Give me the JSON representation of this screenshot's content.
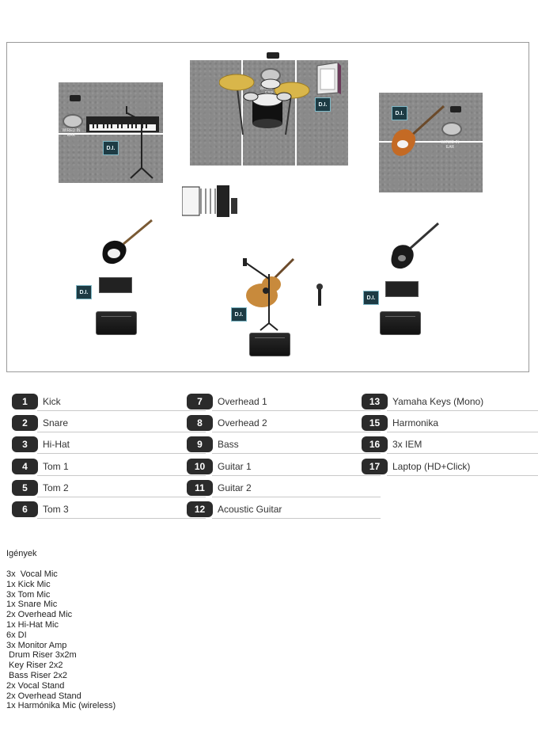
{
  "stage": {
    "di_label": "D.I.",
    "iem_label": "WIRED IN EAR"
  },
  "channels": [
    {
      "num": "1",
      "name": "Kick"
    },
    {
      "num": "2",
      "name": "Snare"
    },
    {
      "num": "3",
      "name": "Hi-Hat"
    },
    {
      "num": "4",
      "name": "Tom 1"
    },
    {
      "num": "5",
      "name": "Tom 2"
    },
    {
      "num": "6",
      "name": "Tom 3"
    },
    {
      "num": "7",
      "name": "Overhead 1"
    },
    {
      "num": "8",
      "name": "Overhead 2"
    },
    {
      "num": "9",
      "name": "Bass"
    },
    {
      "num": "10",
      "name": "Guitar 1"
    },
    {
      "num": "11",
      "name": "Guitar 2"
    },
    {
      "num": "12",
      "name": "Acoustic Guitar"
    },
    {
      "num": "13",
      "name": "Yamaha Keys (Mono)"
    },
    {
      "num": "15",
      "name": "Harmonika"
    },
    {
      "num": "16",
      "name": "3x IEM"
    },
    {
      "num": "17",
      "name": "Laptop (HD+Click)"
    }
  ],
  "requirements": {
    "title": "Igények",
    "items": [
      "3x  Vocal Mic",
      "1x Kick Mic",
      "3x Tom Mic",
      "1x Snare Mic",
      "2x Overhead Mic",
      "1x Hi-Hat Mic",
      "6x DI",
      "3x Monitor Amp",
      " Drum Riser 3x2m",
      " Key Riser 2x2",
      " Bass Riser 2x2",
      "2x Vocal Stand",
      "2x Overhead Stand",
      "1x Harmónika Mic (wireless)"
    ]
  }
}
